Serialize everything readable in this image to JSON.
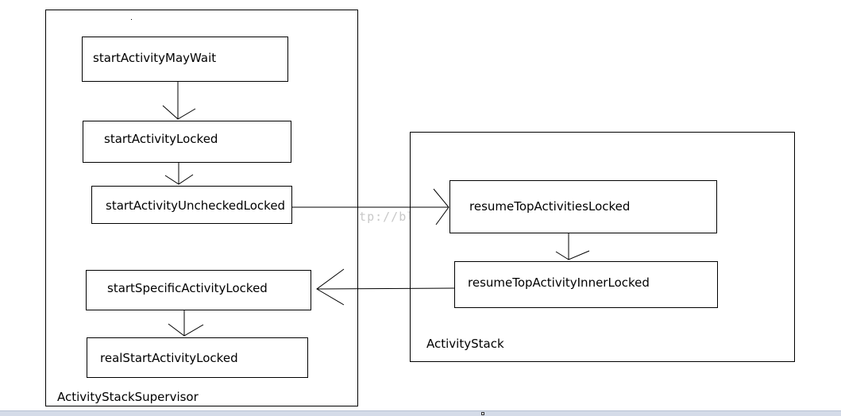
{
  "diagram": {
    "containers": [
      {
        "id": "activity-stack-supervisor",
        "label": "ActivityStackSupervisor"
      },
      {
        "id": "activity-stack",
        "label": "ActivityStack"
      }
    ],
    "nodes": [
      {
        "id": "startActivityMayWait",
        "label": "startActivityMayWait"
      },
      {
        "id": "startActivityLocked",
        "label": "startActivityLocked"
      },
      {
        "id": "startActivityUncheckedLocked",
        "label": "startActivityUncheckedLocked"
      },
      {
        "id": "startSpecificActivityLocked",
        "label": "startSpecificActivityLocked"
      },
      {
        "id": "realStartActivityLocked",
        "label": "realStartActivityLocked"
      },
      {
        "id": "resumeTopActivitiesLocked",
        "label": "resumeTopActivitiesLocked"
      },
      {
        "id": "resumeTopActivityInnerLocked",
        "label": "resumeTopActivityInnerLocked"
      }
    ],
    "edges": [
      {
        "from": "startActivityMayWait",
        "to": "startActivityLocked"
      },
      {
        "from": "startActivityLocked",
        "to": "startActivityUncheckedLocked"
      },
      {
        "from": "startActivityUncheckedLocked",
        "to": "resumeTopActivitiesLocked"
      },
      {
        "from": "resumeTopActivitiesLocked",
        "to": "resumeTopActivityInnerLocked"
      },
      {
        "from": "resumeTopActivityInnerLocked",
        "to": "startSpecificActivityLocked"
      },
      {
        "from": "startSpecificActivityLocked",
        "to": "realStartActivityLocked"
      }
    ]
  },
  "watermark": "http://blog.csdn.net/"
}
